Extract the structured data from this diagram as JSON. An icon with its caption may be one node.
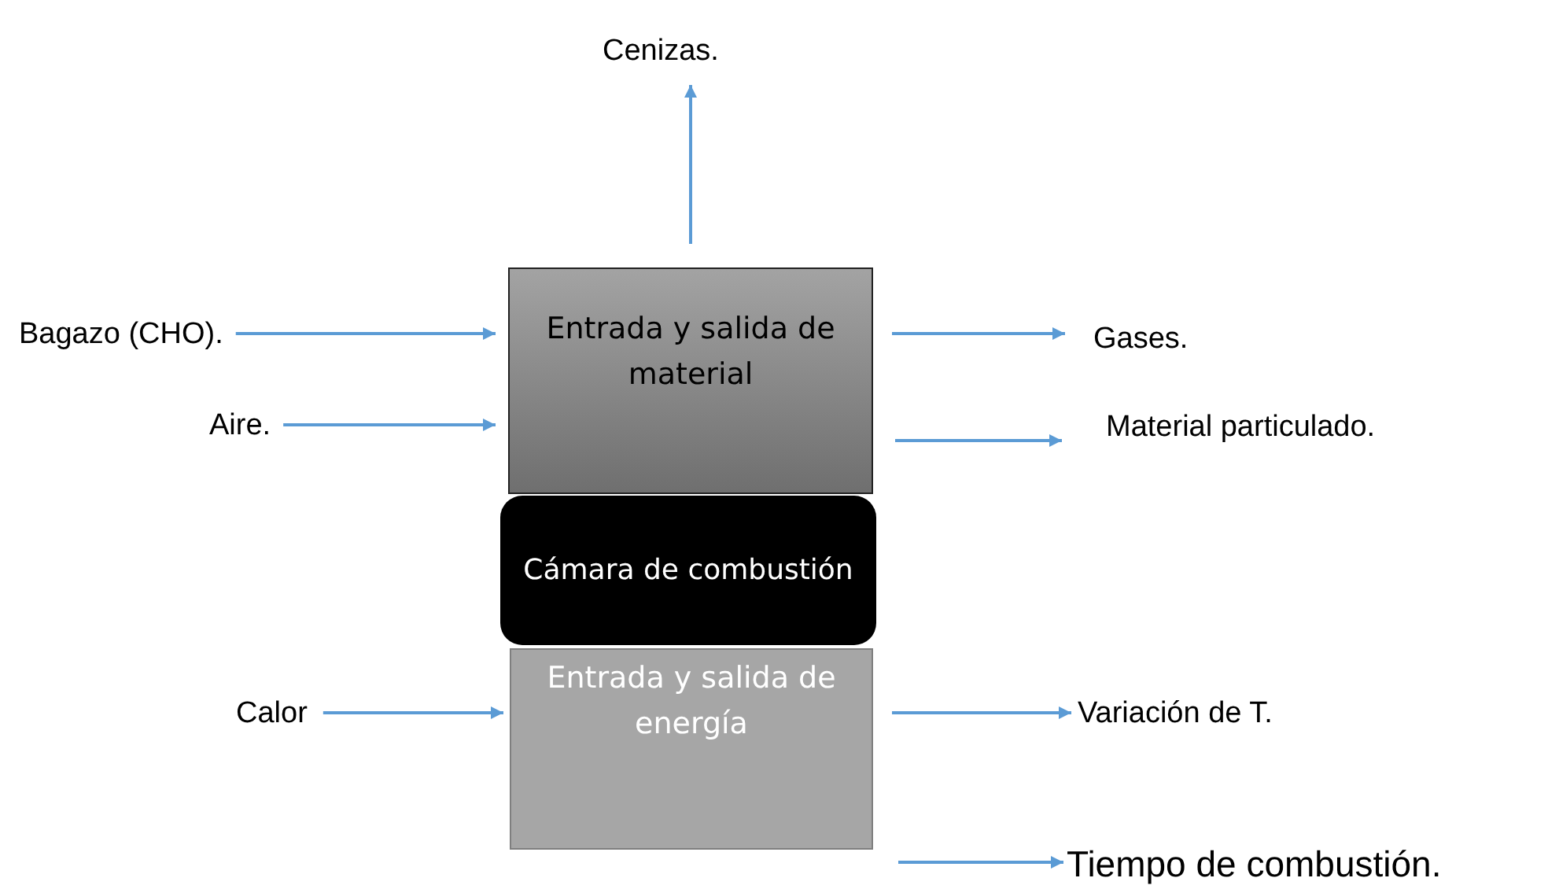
{
  "diagram": {
    "nodes": [
      {
        "text": [
          "Entrada y salida de material"
        ]
      },
      {
        "text": [
          "Cámara de combustión"
        ]
      },
      {
        "text": [
          "Entrada y salida de energía"
        ]
      },
      {
        "text": [
          "Cenizas."
        ]
      },
      {
        "text": [
          "Bagazo (CHO)."
        ]
      },
      {
        "text": [
          "Aire."
        ]
      },
      {
        "text": [
          "Gases."
        ]
      },
      {
        "text": [
          "Material particulado."
        ]
      },
      {
        "text": [
          "Calor"
        ]
      },
      {
        "text": [
          "Variación de T."
        ]
      },
      {
        "text": [
          "Tiempo de combustión."
        ]
      }
    ],
    "edges": [
      {
        "from": 0,
        "to": 3,
        "arrow": "to"
      },
      {
        "from": 4,
        "to": 0,
        "arrow": "to"
      },
      {
        "from": 5,
        "to": 0,
        "arrow": "to"
      },
      {
        "from": 0,
        "to": 6,
        "arrow": "to"
      },
      {
        "from": 0,
        "to": 7,
        "arrow": "to"
      },
      {
        "from": 8,
        "to": 2,
        "arrow": "to"
      },
      {
        "from": 2,
        "to": 9,
        "arrow": "to"
      },
      {
        "from": 2,
        "to": 10,
        "arrow": "to"
      }
    ]
  }
}
